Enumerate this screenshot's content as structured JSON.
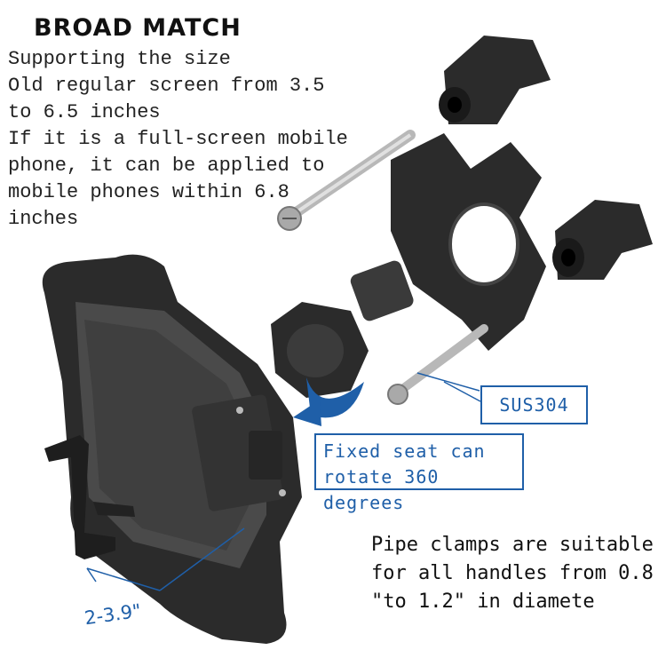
{
  "title": "BROAD MATCH",
  "description_lines": [
    "Supporting the size",
    "Old regular screen from 3.5",
    "to 6.5 inches",
    "If it is a full-screen mobile",
    "phone, it can be applied to",
    "mobile phones within 6.8",
    "inches"
  ],
  "callouts": {
    "material": "SUS304",
    "rotation_line1": "Fixed seat can",
    "rotation_line2": "rotate 360 degrees"
  },
  "pipe_lines": [
    "Pipe clamps are suitable",
    "for all handles from 0.8",
    "\"to 1.2\" in diamete"
  ],
  "range_label": "2-3.9\"",
  "colors": {
    "accent": "#1f5fa8",
    "part": "#2b2b2b",
    "part_light": "#4a4a4a"
  }
}
